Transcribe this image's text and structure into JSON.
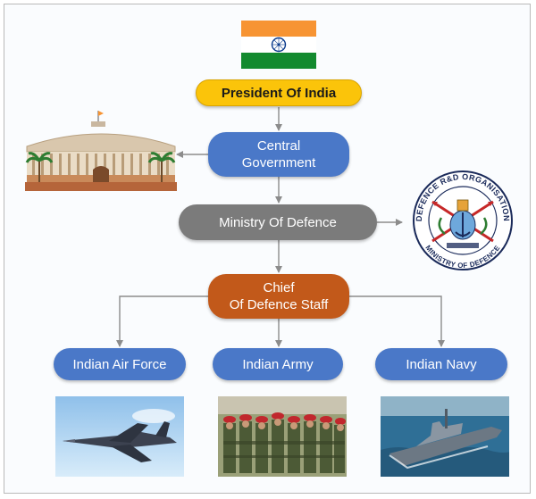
{
  "nodes": {
    "president": "President Of India",
    "central_line1": "Central",
    "central_line2": "Government",
    "ministry": "Ministry Of Defence",
    "cds_line1": "Chief",
    "cds_line2": "Of Defence Staff",
    "air_force": "Indian Air Force",
    "army": "Indian Army",
    "navy": "Indian Navy"
  },
  "emblem": {
    "top_text": "DEFENCE R&D ORGANISATION",
    "bottom_text": "MINISTRY OF DEFENCE"
  },
  "colors": {
    "president": "#fbc40a",
    "central": "#4a78c8",
    "ministry": "#7b7b7b",
    "cds": "#c2591a",
    "branch": "#4a78c8",
    "connector": "#8c8c8c"
  },
  "images": [
    "indian-flag",
    "parliament-building",
    "drdo-emblem",
    "fighter-jet-photo",
    "army-soldiers-photo",
    "navy-warship-photo"
  ]
}
